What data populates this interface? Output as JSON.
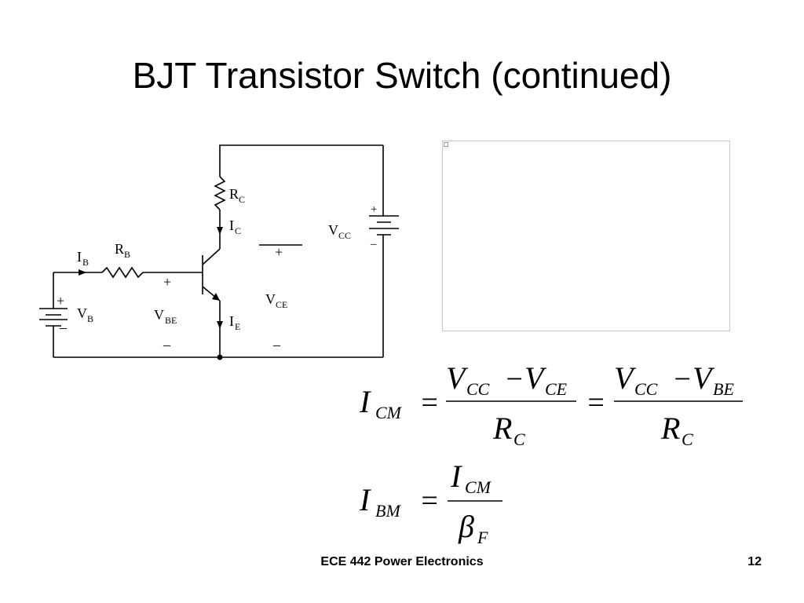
{
  "slide": {
    "title": "BJT Transistor Switch (continued)",
    "footer": "ECE 442 Power Electronics",
    "page_number": "12"
  },
  "circuit": {
    "labels": {
      "i_b": "I",
      "i_b_sub": "B",
      "r_b": "R",
      "r_b_sub": "B",
      "v_b": "V",
      "v_b_sub": "B",
      "v_be": "V",
      "v_be_sub": "BE",
      "r_c": "R",
      "r_c_sub": "C",
      "i_c": "I",
      "i_c_sub": "C",
      "i_e": "I",
      "i_e_sub": "E",
      "v_ce": "V",
      "v_ce_sub": "CE",
      "v_cc": "V",
      "v_cc_sub": "CC",
      "plus": "+",
      "minus": "–"
    }
  },
  "equations": {
    "icm": {
      "lhs": "I",
      "lhs_sub": "CM",
      "eq": "=",
      "num1": "V",
      "num1_sub": "CC",
      "num1_op": "−",
      "num1b": "V",
      "num1b_sub": "CE",
      "den1": "R",
      "den1_sub": "C",
      "num2": "V",
      "num2_sub": "CC",
      "num2_op": "−",
      "num2b": "V",
      "num2b_sub": "BE",
      "den2": "R",
      "den2_sub": "C"
    },
    "ibm": {
      "lhs": "I",
      "lhs_sub": "BM",
      "eq": "=",
      "num": "I",
      "num_sub": "CM",
      "den": "β",
      "den_sub": "F"
    }
  }
}
